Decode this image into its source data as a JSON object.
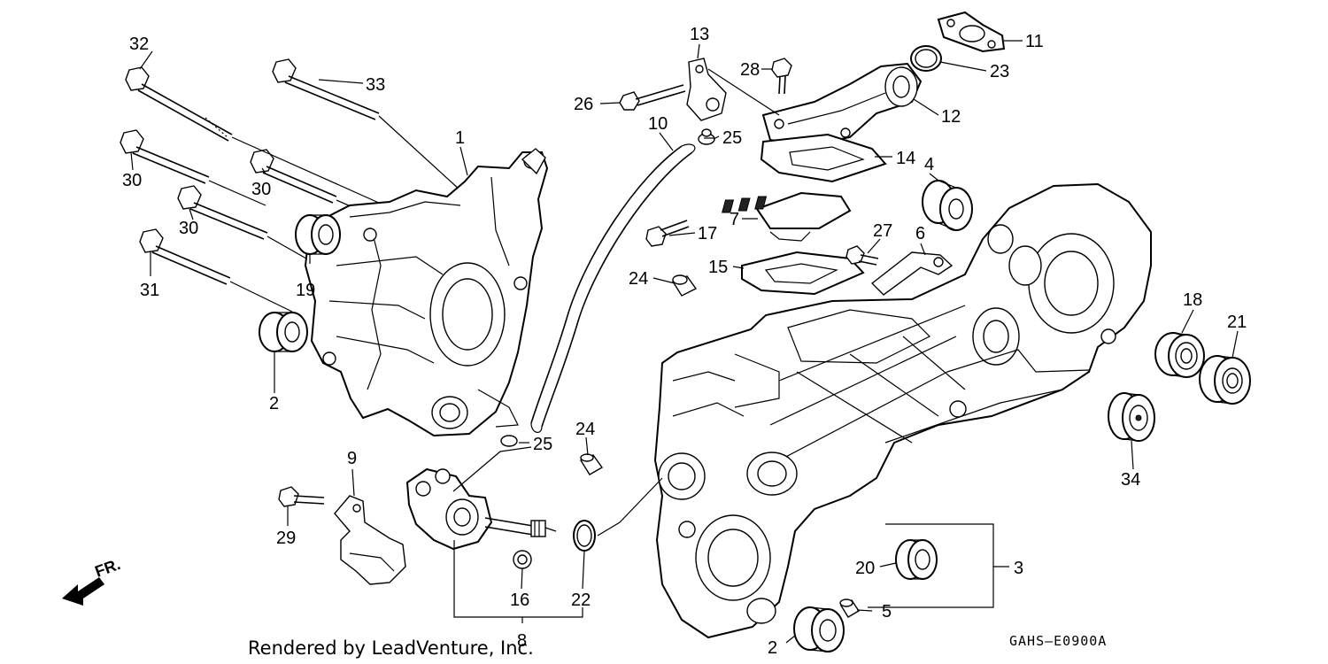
{
  "diagram": {
    "credit": "Rendered by LeadVenture, Inc.",
    "drawing_code": "GAHS–E0900A",
    "direction_label": "FR.",
    "callouts": [
      {
        "id": "c32",
        "text": "32"
      },
      {
        "id": "c33",
        "text": "33"
      },
      {
        "id": "c30a",
        "text": "30"
      },
      {
        "id": "c30b",
        "text": "30"
      },
      {
        "id": "c30c",
        "text": "30"
      },
      {
        "id": "c31",
        "text": "31"
      },
      {
        "id": "c19",
        "text": "19"
      },
      {
        "id": "c1",
        "text": "1"
      },
      {
        "id": "c2a",
        "text": "2"
      },
      {
        "id": "c2b",
        "text": "2"
      },
      {
        "id": "c10",
        "text": "10"
      },
      {
        "id": "c25a",
        "text": "25"
      },
      {
        "id": "c25b",
        "text": "25"
      },
      {
        "id": "c13",
        "text": "13"
      },
      {
        "id": "c26",
        "text": "26"
      },
      {
        "id": "c28",
        "text": "28"
      },
      {
        "id": "c11",
        "text": "11"
      },
      {
        "id": "c23",
        "text": "23"
      },
      {
        "id": "c12",
        "text": "12"
      },
      {
        "id": "c14",
        "text": "14"
      },
      {
        "id": "c4",
        "text": "4"
      },
      {
        "id": "c7",
        "text": "7"
      },
      {
        "id": "c17",
        "text": "17"
      },
      {
        "id": "c27",
        "text": "27"
      },
      {
        "id": "c6",
        "text": "6"
      },
      {
        "id": "c15",
        "text": "15"
      },
      {
        "id": "c24a",
        "text": "24"
      },
      {
        "id": "c24b",
        "text": "24"
      },
      {
        "id": "c18",
        "text": "18"
      },
      {
        "id": "c21",
        "text": "21"
      },
      {
        "id": "c34",
        "text": "34"
      },
      {
        "id": "c9",
        "text": "9"
      },
      {
        "id": "c29",
        "text": "29"
      },
      {
        "id": "c16",
        "text": "16"
      },
      {
        "id": "c22",
        "text": "22"
      },
      {
        "id": "c8",
        "text": "8"
      },
      {
        "id": "c3",
        "text": "3"
      },
      {
        "id": "c20",
        "text": "20"
      },
      {
        "id": "c5",
        "text": "5"
      }
    ]
  }
}
